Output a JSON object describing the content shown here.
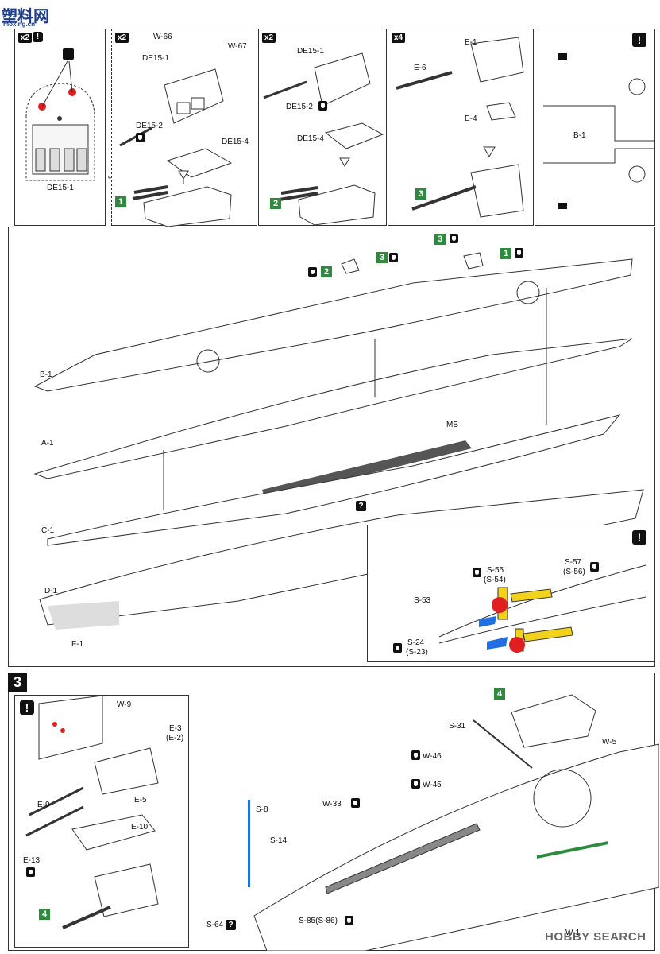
{
  "header": {
    "logo_text": "塑料网",
    "logo_url": "moxing.cn"
  },
  "top_panels": {
    "p1": {
      "mult": "x2",
      "warn": "!",
      "part": "DE15-1"
    },
    "p2": {
      "mult": "x2",
      "parts": [
        "W-66",
        "W-67",
        "DE15-1",
        "DE15-2",
        "DE15-4"
      ],
      "step": "1"
    },
    "p3": {
      "mult": "x2",
      "parts": [
        "DE15-1",
        "DE15-2",
        "DE15-4"
      ],
      "step": "2"
    },
    "p4": {
      "mult": "x4",
      "parts": [
        "E-1",
        "E-6",
        "E-4"
      ],
      "step": "3"
    },
    "p5": {
      "warn": "!",
      "part": "B-1"
    }
  },
  "hull_section": {
    "turret_steps": [
      "3",
      "2",
      "3",
      "1"
    ],
    "labels": [
      "B-1",
      "A-1",
      "MB",
      "C-1",
      "D-1",
      "F-1"
    ],
    "question": "?",
    "detail": {
      "warn": "!",
      "labels": [
        "S-55",
        "(S-54)",
        "S-57",
        "(S-56)",
        "S-53",
        "S-24",
        "(S-23)"
      ]
    }
  },
  "step3": {
    "number": "3",
    "left_panel": {
      "warn": "!",
      "labels": [
        "W-9",
        "E-3",
        "(E-2)",
        "E-5",
        "E-9",
        "E-10",
        "E-13"
      ],
      "step": "4"
    },
    "right_area": {
      "step": "4",
      "labels": [
        "S-31",
        "W-5",
        "W-46",
        "W-45",
        "W-33",
        "S-8",
        "S-14",
        "S-85(S-86)",
        "S-64",
        "W-1"
      ],
      "question": "?"
    }
  },
  "footer": {
    "watermark": "HOBBY SEARCH"
  },
  "colors": {
    "red": "#e02020",
    "yellow": "#f2d21a",
    "blue": "#1f6fe0",
    "green": "#2e8b3e",
    "deck_gray": "#555555"
  }
}
